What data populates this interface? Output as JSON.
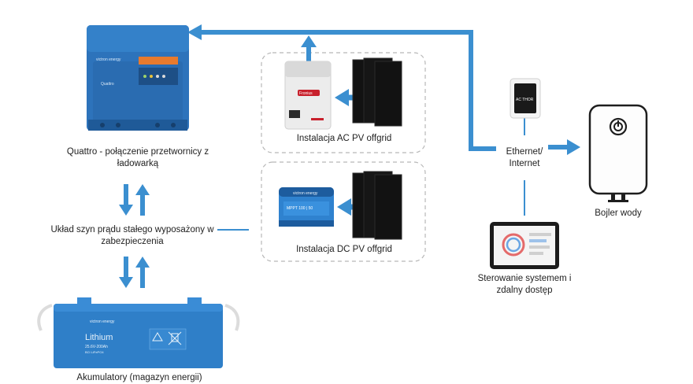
{
  "colors": {
    "arrow_blue": "#3b8fd0",
    "device_blue": "#2d73bb",
    "device_blue_dark": "#1f5a98",
    "panel_black": "#121212",
    "dashed_border": "#b8b8b8"
  },
  "labels": {
    "quattro": "Quattro - połączenie przetwornicy z ładowarką",
    "busbar": "Układ szyn prądu stałego wyposażony w zabezpieczenia",
    "batteries": "Akumulatory (magazyn energii)",
    "ac_pv": "Instalacja AC PV offgrid",
    "dc_pv": "Instalacja DC PV offgrid",
    "ethernet": "Ethernet/ Internet",
    "boiler": "Bojler wody",
    "control": "Sterowanie systemem i zdalny dostęp"
  },
  "device_texts": {
    "quattro_brand": "victron energy",
    "quattro_model": "Quattro",
    "inverter_brand": "Fronius",
    "mppt_brand": "victron energy",
    "mppt_model": "MPPT 100 | 50",
    "thermostat_label": "AC THOR",
    "battery_brand": "victron energy",
    "battery_type": "Lithium",
    "battery_spec": "25.6V-200Ah",
    "battery_chem": "BCI LiFePO4"
  },
  "icons": [
    "power-button-icon",
    "recycle-icon",
    "bin-crossed-icon"
  ]
}
